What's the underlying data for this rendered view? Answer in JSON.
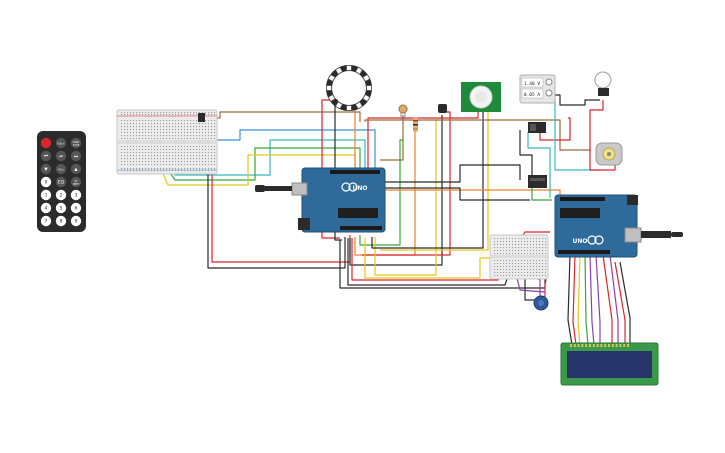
{
  "colors": {
    "red": "#d9262b",
    "black": "#2b2b2b",
    "yellow": "#e6c619",
    "green": "#3aa63a",
    "blue": "#3b8ed6",
    "cyan": "#37b7c9",
    "orange": "#e8822a",
    "brown": "#9a6b3c",
    "purple": "#8c3fb0",
    "arduino": "#2f6b9a",
    "lcd_screen": "#27346b",
    "lcd_board": "#3a9a4a",
    "pir_board": "#1e8a3a"
  },
  "remote": {
    "rows": [
      [
        "",
        "VOL+",
        "FUNC\nSTOP"
      ],
      [
        "⏮",
        "⏯",
        "⏭"
      ],
      [
        "▼",
        "VOL-",
        "▲"
      ],
      [
        "0",
        "EQ",
        "ST\nREPT"
      ],
      [
        "1",
        "2",
        "3"
      ],
      [
        "4",
        "5",
        "6"
      ],
      [
        "7",
        "8",
        "9"
      ]
    ]
  },
  "arduino_main": {
    "label": "UNO"
  },
  "arduino_second": {
    "label": "UNO"
  },
  "multimeter": {
    "line1": "1.40 V",
    "line2": "0.05 A"
  }
}
